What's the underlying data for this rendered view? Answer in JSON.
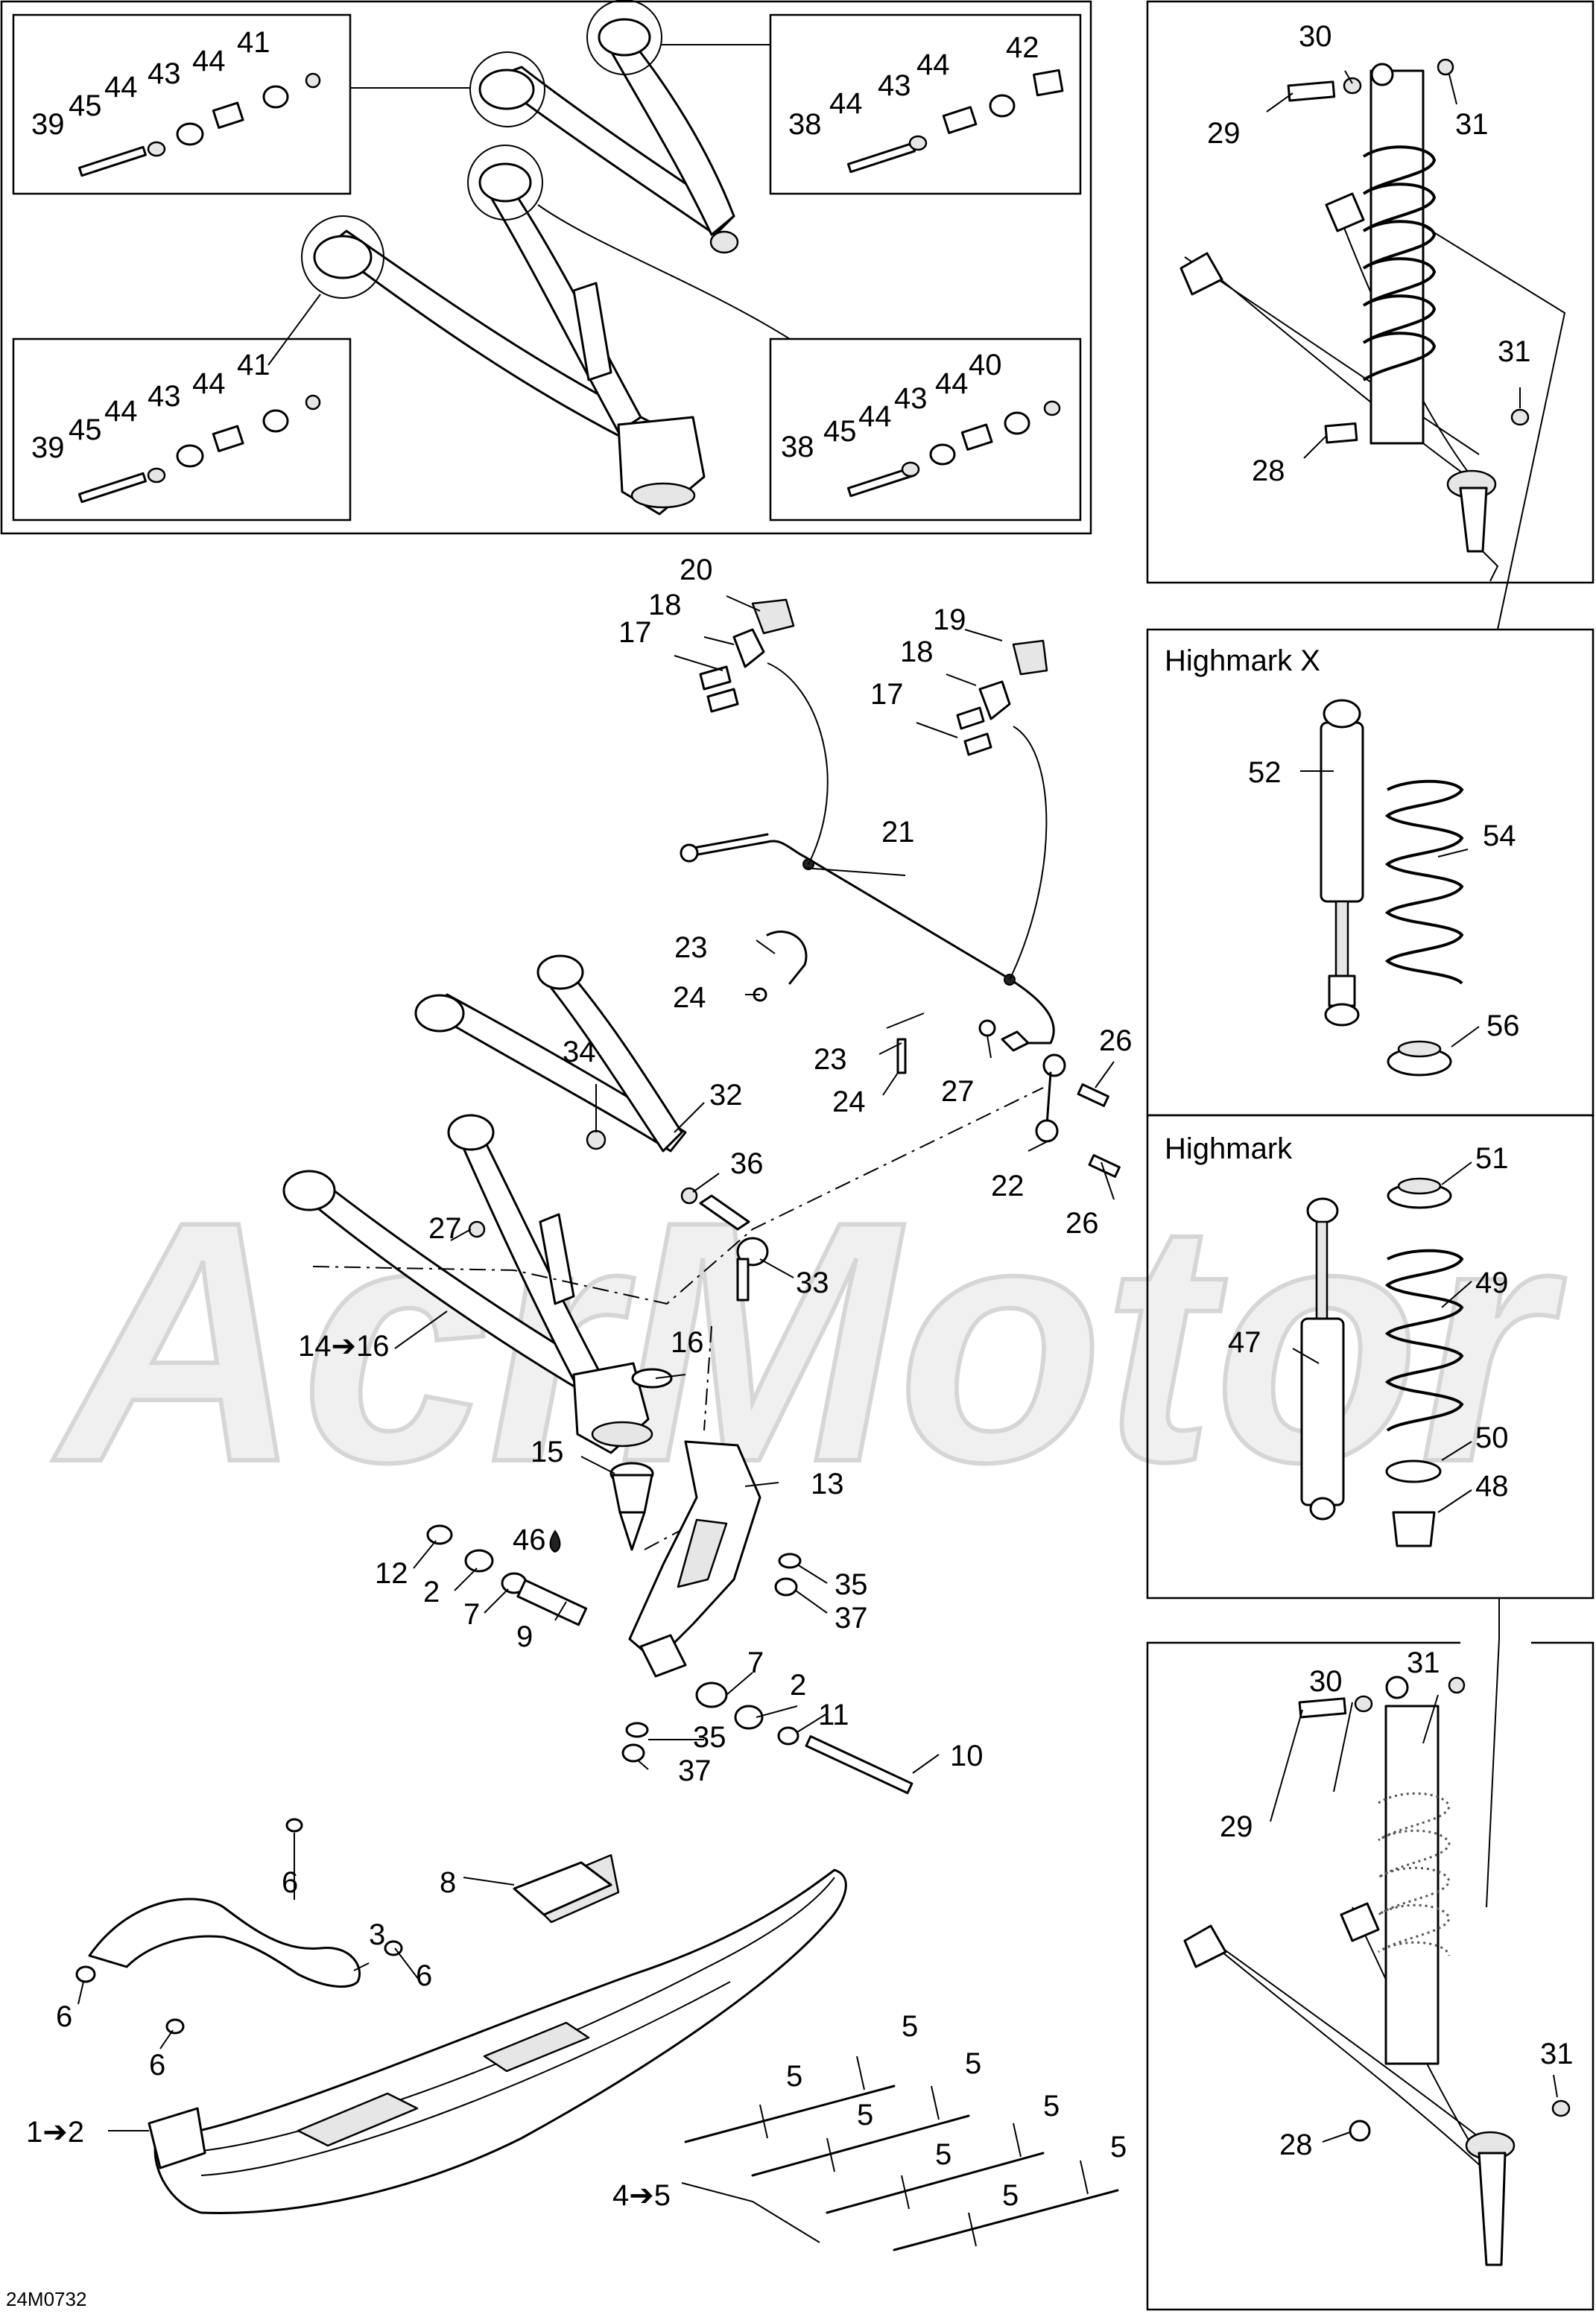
{
  "diagram_code": "24M0732",
  "watermark": "AcrMotor",
  "panels": {
    "highmark_x": {
      "title": "Highmark X"
    },
    "highmark": {
      "title": "Highmark"
    }
  },
  "callouts": [
    {
      "id": "c41a",
      "text": "41"
    },
    {
      "id": "c44a",
      "text": "44"
    },
    {
      "id": "c43a",
      "text": "43"
    },
    {
      "id": "c44b",
      "text": "44"
    },
    {
      "id": "c45a",
      "text": "45"
    },
    {
      "id": "c39a",
      "text": "39"
    },
    {
      "id": "c42",
      "text": "42"
    },
    {
      "id": "c44c",
      "text": "44"
    },
    {
      "id": "c43b",
      "text": "43"
    },
    {
      "id": "c44d",
      "text": "44"
    },
    {
      "id": "c38a",
      "text": "38"
    },
    {
      "id": "c41b",
      "text": "41"
    },
    {
      "id": "c44e",
      "text": "44"
    },
    {
      "id": "c43c",
      "text": "43"
    },
    {
      "id": "c44f",
      "text": "44"
    },
    {
      "id": "c45b",
      "text": "45"
    },
    {
      "id": "c39b",
      "text": "39"
    },
    {
      "id": "c40",
      "text": "40"
    },
    {
      "id": "c44g",
      "text": "44"
    },
    {
      "id": "c43d",
      "text": "43"
    },
    {
      "id": "c44h",
      "text": "44"
    },
    {
      "id": "c45c",
      "text": "45"
    },
    {
      "id": "c38b",
      "text": "38"
    },
    {
      "id": "c30a",
      "text": "30"
    },
    {
      "id": "c29a",
      "text": "29"
    },
    {
      "id": "c31a",
      "text": "31"
    },
    {
      "id": "c31b",
      "text": "31"
    },
    {
      "id": "c28a",
      "text": "28"
    },
    {
      "id": "c20",
      "text": "20"
    },
    {
      "id": "c18a",
      "text": "18"
    },
    {
      "id": "c17a",
      "text": "17"
    },
    {
      "id": "c19",
      "text": "19"
    },
    {
      "id": "c18b",
      "text": "18"
    },
    {
      "id": "c17b",
      "text": "17"
    },
    {
      "id": "c21",
      "text": "21"
    },
    {
      "id": "c23a",
      "text": "23"
    },
    {
      "id": "c24a",
      "text": "24"
    },
    {
      "id": "c23b",
      "text": "23"
    },
    {
      "id": "c24b",
      "text": "24"
    },
    {
      "id": "c27a",
      "text": "27"
    },
    {
      "id": "c26a",
      "text": "26"
    },
    {
      "id": "c34",
      "text": "34"
    },
    {
      "id": "c32",
      "text": "32"
    },
    {
      "id": "c36",
      "text": "36"
    },
    {
      "id": "c22",
      "text": "22"
    },
    {
      "id": "c26b",
      "text": "26"
    },
    {
      "id": "c27b",
      "text": "27"
    },
    {
      "id": "c33",
      "text": "33"
    },
    {
      "id": "c14",
      "text": "14➔16"
    },
    {
      "id": "c16",
      "text": "16"
    },
    {
      "id": "c15",
      "text": "15"
    },
    {
      "id": "c13",
      "text": "13"
    },
    {
      "id": "c46",
      "text": "46"
    },
    {
      "id": "c12",
      "text": "12"
    },
    {
      "id": "c2a",
      "text": "2"
    },
    {
      "id": "c7a",
      "text": "7"
    },
    {
      "id": "c9",
      "text": "9"
    },
    {
      "id": "c35a",
      "text": "35"
    },
    {
      "id": "c37a",
      "text": "37"
    },
    {
      "id": "c7b",
      "text": "7"
    },
    {
      "id": "c2b",
      "text": "2"
    },
    {
      "id": "c11",
      "text": "11"
    },
    {
      "id": "c35b",
      "text": "35"
    },
    {
      "id": "c37b",
      "text": "37"
    },
    {
      "id": "c10",
      "text": "10"
    },
    {
      "id": "c8",
      "text": "8"
    },
    {
      "id": "c6a",
      "text": "6"
    },
    {
      "id": "c3",
      "text": "3"
    },
    {
      "id": "c6b",
      "text": "6"
    },
    {
      "id": "c6c",
      "text": "6"
    },
    {
      "id": "c6d",
      "text": "6"
    },
    {
      "id": "c1",
      "text": "1➔2"
    },
    {
      "id": "c4",
      "text": "4➔5"
    },
    {
      "id": "c5a",
      "text": "5"
    },
    {
      "id": "c5b",
      "text": "5"
    },
    {
      "id": "c5c",
      "text": "5"
    },
    {
      "id": "c5d",
      "text": "5"
    },
    {
      "id": "c5e",
      "text": "5"
    },
    {
      "id": "c5f",
      "text": "5"
    },
    {
      "id": "c5g",
      "text": "5"
    },
    {
      "id": "c5h",
      "text": "5"
    },
    {
      "id": "c52",
      "text": "52"
    },
    {
      "id": "c54",
      "text": "54"
    },
    {
      "id": "c56",
      "text": "56"
    },
    {
      "id": "c51",
      "text": "51"
    },
    {
      "id": "c49",
      "text": "49"
    },
    {
      "id": "c47",
      "text": "47"
    },
    {
      "id": "c50",
      "text": "50"
    },
    {
      "id": "c48",
      "text": "48"
    },
    {
      "id": "c30b",
      "text": "30"
    },
    {
      "id": "c31c",
      "text": "31"
    },
    {
      "id": "c29b",
      "text": "29"
    },
    {
      "id": "c31d",
      "text": "31"
    },
    {
      "id": "c28b",
      "text": "28"
    }
  ]
}
